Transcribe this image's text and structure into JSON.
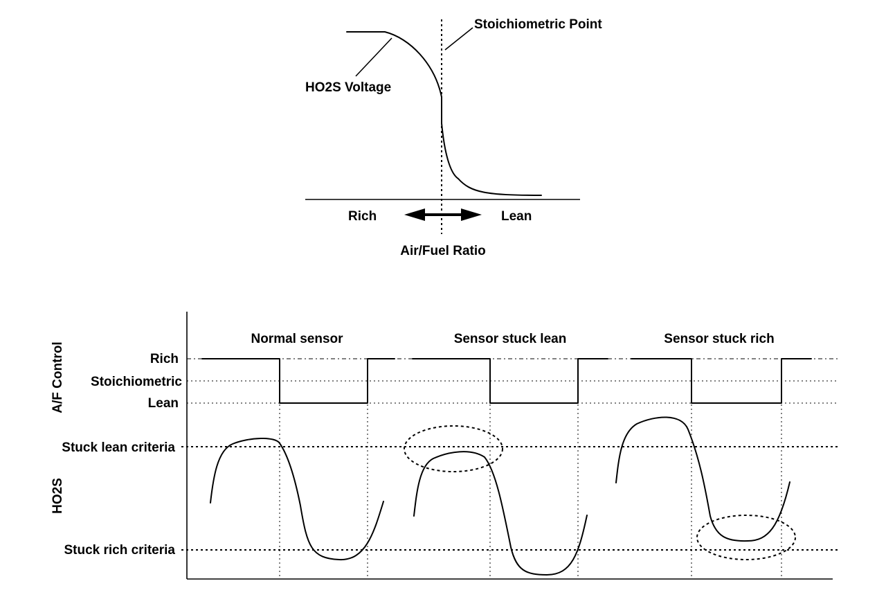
{
  "top": {
    "stoich_point_label": "Stoichiometric Point",
    "voltage_label": "HO2S Voltage",
    "rich_label": "Rich",
    "lean_label": "Lean",
    "axis_label": "Air/Fuel Ratio"
  },
  "bottom": {
    "af_control_label": "A/F Control",
    "ho2s_label": "HO2S",
    "level_rich": "Rich",
    "level_stoich": "Stoichiometric",
    "level_lean": "Lean",
    "stuck_lean_criteria": "Stuck lean criteria",
    "stuck_rich_criteria": "Stuck rich criteria",
    "panels": [
      {
        "title": "Normal sensor"
      },
      {
        "title": "Sensor stuck lean"
      },
      {
        "title": "Sensor stuck rich"
      }
    ]
  }
}
